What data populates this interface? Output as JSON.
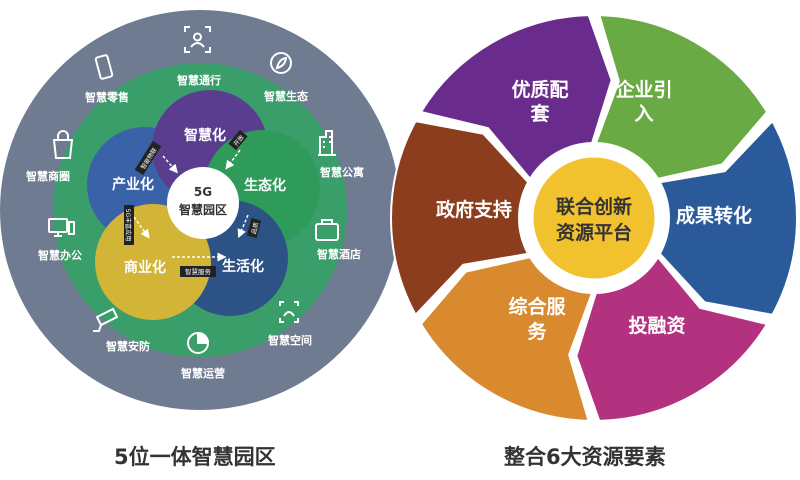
{
  "left": {
    "caption": "5位一体智慧园区",
    "center": {
      "line1": "5G",
      "line2": "智慧园区"
    },
    "circles": {
      "zhihui": "智慧化",
      "shengtai": "生态化",
      "chanye": "产业化",
      "shangye": "商业化",
      "shenghuo": "生活化"
    },
    "small_tags": {
      "zhineng": "智能物联",
      "kaifang": "开放",
      "fengfu": "5G丰富应用",
      "pinzhi": "品质",
      "fuwu": "智慧服务"
    },
    "ring_items": {
      "tongxing": "智慧通行",
      "shengtai": "智慧生态",
      "gongyu": "智慧公寓",
      "jiudian": "智慧酒店",
      "kongjian": "智慧空间",
      "yunying": "智慧运营",
      "anfang": "智慧安防",
      "bangong": "智慧办公",
      "shangquan": "智慧商圈",
      "lingshou": "智慧零售"
    },
    "colors": {
      "outer_ring": "#6f7b90",
      "green_ring": "#3a9e6a",
      "purple": "#5b3d90",
      "green": "#2f9b5a",
      "blue": "#3a62a8",
      "yellow": "#d2b436",
      "darkblue": "#2d5286"
    }
  },
  "right": {
    "caption": "整合6大资源要素",
    "center": {
      "line1": "联合创新",
      "line2": "资源平台"
    },
    "segments": {
      "qiye": {
        "line1": "企业引",
        "line2": "入"
      },
      "chengguo": "成果转化",
      "touzi": "投融资",
      "zonghe": {
        "line1": "综合服",
        "line2": "务"
      },
      "zhengfu": "政府支持",
      "youzhi": {
        "line1": "优质配",
        "line2": "套"
      }
    },
    "colors": {
      "center": "#f2c12e",
      "qiye": "#6aaa45",
      "chengguo": "#2a5a9a",
      "touzi": "#b23280",
      "zonghe": "#d98a2e",
      "zhengfu": "#8c3d1e",
      "youzhi": "#6a2c8c"
    }
  }
}
